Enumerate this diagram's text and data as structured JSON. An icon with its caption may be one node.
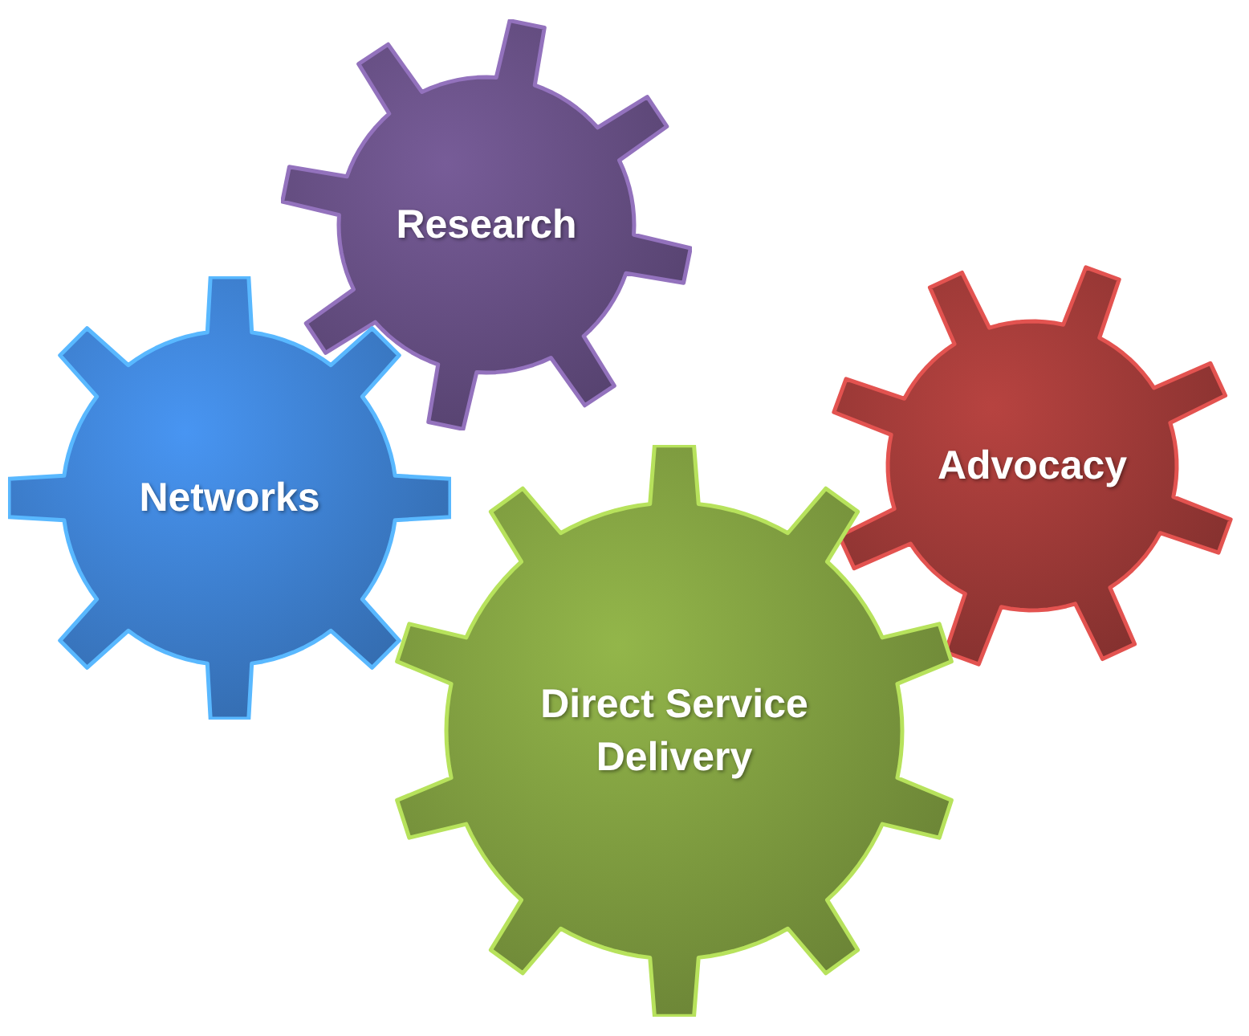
{
  "diagram": {
    "nodes": [
      {
        "text": [
          "Research"
        ]
      },
      {
        "text": [
          "Networks"
        ]
      },
      {
        "text": [
          "Advocacy"
        ]
      },
      {
        "text": [
          "Direct Service Delivery"
        ]
      }
    ]
  }
}
